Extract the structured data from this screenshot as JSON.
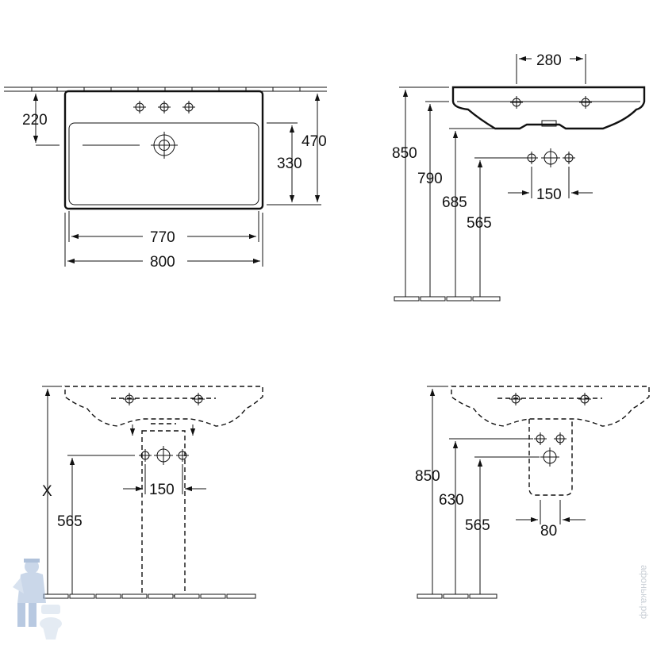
{
  "top_view": {
    "dim_220": "220",
    "dim_470": "470",
    "dim_330": "330",
    "dim_770": "770",
    "dim_800": "800"
  },
  "side_view": {
    "dim_280": "280",
    "dim_850": "850",
    "dim_790": "790",
    "dim_685": "685",
    "dim_565": "565",
    "dim_150": "150"
  },
  "pedestal_view": {
    "dim_x": "X",
    "dim_565": "565",
    "dim_150": "150"
  },
  "semi_pedestal_view": {
    "dim_850": "850",
    "dim_630": "630",
    "dim_565": "565",
    "dim_80": "80"
  },
  "watermark": {
    "text": "афонька.рф",
    "logo": "plumber-mascot-icon"
  }
}
